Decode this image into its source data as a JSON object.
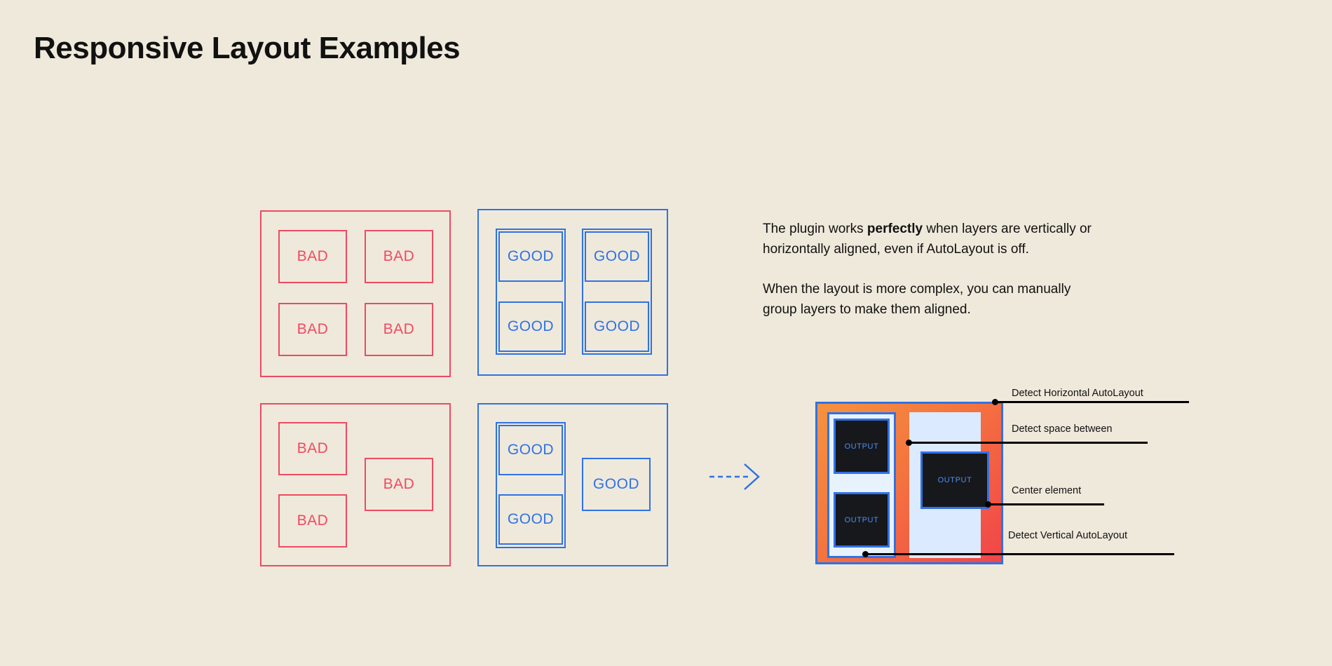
{
  "page": {
    "title": "Responsive Layout Examples",
    "background_color": "#efe9db"
  },
  "colors": {
    "bad": "#ef4a62",
    "good": "#2f72e5",
    "text": "#111111",
    "output_bg": "#17181c",
    "output_text": "#4a8ff0",
    "pale_blue": "#dbeafe",
    "gradient_start": "#f5933f",
    "gradient_end": "#f2444a"
  },
  "examples": {
    "bad_grid": {
      "label": "bad-aligned-grid",
      "cells": [
        {
          "label": "BAD"
        },
        {
          "label": "BAD"
        },
        {
          "label": "BAD"
        },
        {
          "label": "BAD"
        }
      ]
    },
    "good_grid": {
      "label": "good-aligned-grid",
      "cells": [
        {
          "label": "GOOD"
        },
        {
          "label": "GOOD"
        },
        {
          "label": "GOOD"
        },
        {
          "label": "GOOD"
        }
      ]
    },
    "bad_complex": {
      "label": "bad-complex-layout",
      "cells": [
        {
          "label": "BAD"
        },
        {
          "label": "BAD"
        },
        {
          "label": "BAD"
        }
      ]
    },
    "good_complex": {
      "label": "good-complex-layout",
      "cells": [
        {
          "label": "GOOD"
        },
        {
          "label": "GOOD"
        },
        {
          "label": "GOOD"
        }
      ]
    }
  },
  "arrow": {
    "icon": "dashed-arrow-right-icon",
    "style": "dashed",
    "color": "#2f72e5"
  },
  "copy": {
    "paragraph_1_a": "The plugin works ",
    "paragraph_1_bold": "perfectly",
    "paragraph_1_b": " when layers are vertically or horizontally aligned, even if AutoLayout is off.",
    "paragraph_2": "When the layout is more complex, you can manually group layers to make them aligned."
  },
  "diagram": {
    "label": "autolayout-detection-diagram",
    "outputs": [
      {
        "label": "OUTPUT"
      },
      {
        "label": "OUTPUT"
      },
      {
        "label": "OUTPUT"
      }
    ],
    "annotations": [
      {
        "label": "Detect Horizontal AutoLayout"
      },
      {
        "label": "Detect space between"
      },
      {
        "label": "Center element"
      },
      {
        "label": "Detect Vertical AutoLayout"
      }
    ]
  }
}
